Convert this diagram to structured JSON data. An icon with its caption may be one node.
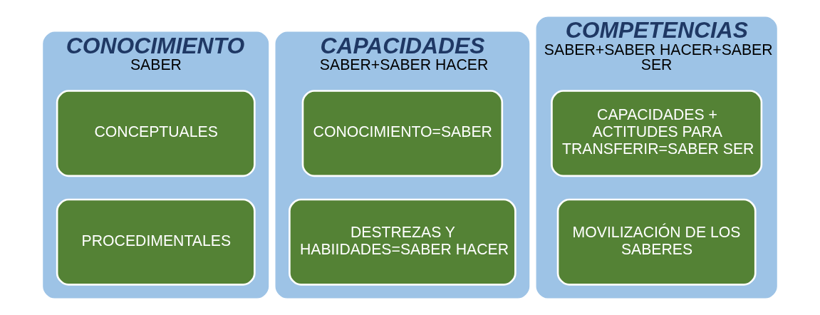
{
  "diagram": {
    "nodes": [
      {
        "text": [
          "CONOCIMIENTO",
          "SABER"
        ]
      },
      {
        "text": [
          "CONCEPTUALES"
        ],
        "in": 0
      },
      {
        "text": [
          "PROCEDIMENTALES"
        ],
        "in": 0
      },
      {
        "text": [
          "CAPACIDADES",
          "SABER+SABER HACER"
        ]
      },
      {
        "text": [
          "CONOCIMIENTO=SABER"
        ],
        "in": 3
      },
      {
        "text": [
          "DESTREZAS Y HABIIDADES=SABER HACER"
        ],
        "in": 3
      },
      {
        "text": [
          "COMPETENCIAS",
          "SABER+SABER HACER+SABER SER"
        ]
      },
      {
        "text": [
          "CAPACIDADES +",
          "ACTITUDES PARA TRANSFERIR=SABER SER"
        ],
        "in": 6
      },
      {
        "text": [
          "MOVILIZACIÓN DE LOS SABERES"
        ],
        "in": 6
      }
    ]
  }
}
